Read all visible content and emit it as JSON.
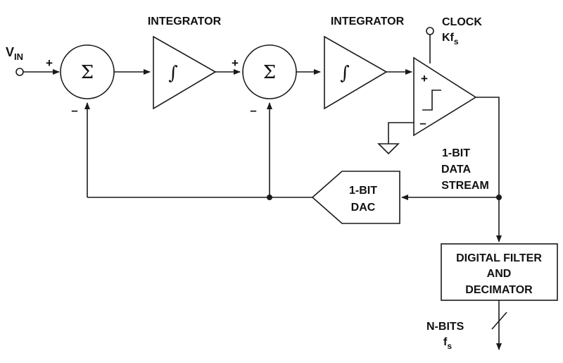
{
  "input": {
    "label_main": "V",
    "label_sub": "IN"
  },
  "summer1": {
    "symbol": "Σ",
    "plus": "+",
    "minus": "–"
  },
  "integrator1": {
    "title": "INTEGRATOR",
    "symbol": "∫"
  },
  "summer2": {
    "symbol": "Σ",
    "plus": "+",
    "minus": "–"
  },
  "integrator2": {
    "title": "INTEGRATOR",
    "symbol": "∫"
  },
  "comparator": {
    "plus": "+",
    "minus": "–",
    "clock_line1": "CLOCK",
    "clock_line2_main": "Kf",
    "clock_line2_sub": "s"
  },
  "stream_label": {
    "line1": "1-BIT",
    "line2": "DATA",
    "line3": "STREAM"
  },
  "dac": {
    "line1": "1-BIT",
    "line2": "DAC"
  },
  "filter": {
    "line1": "DIGITAL FILTER",
    "line2": "AND",
    "line3": "DECIMATOR"
  },
  "output": {
    "line1": "N-BITS",
    "line2_main": "f",
    "line2_sub": "s"
  }
}
